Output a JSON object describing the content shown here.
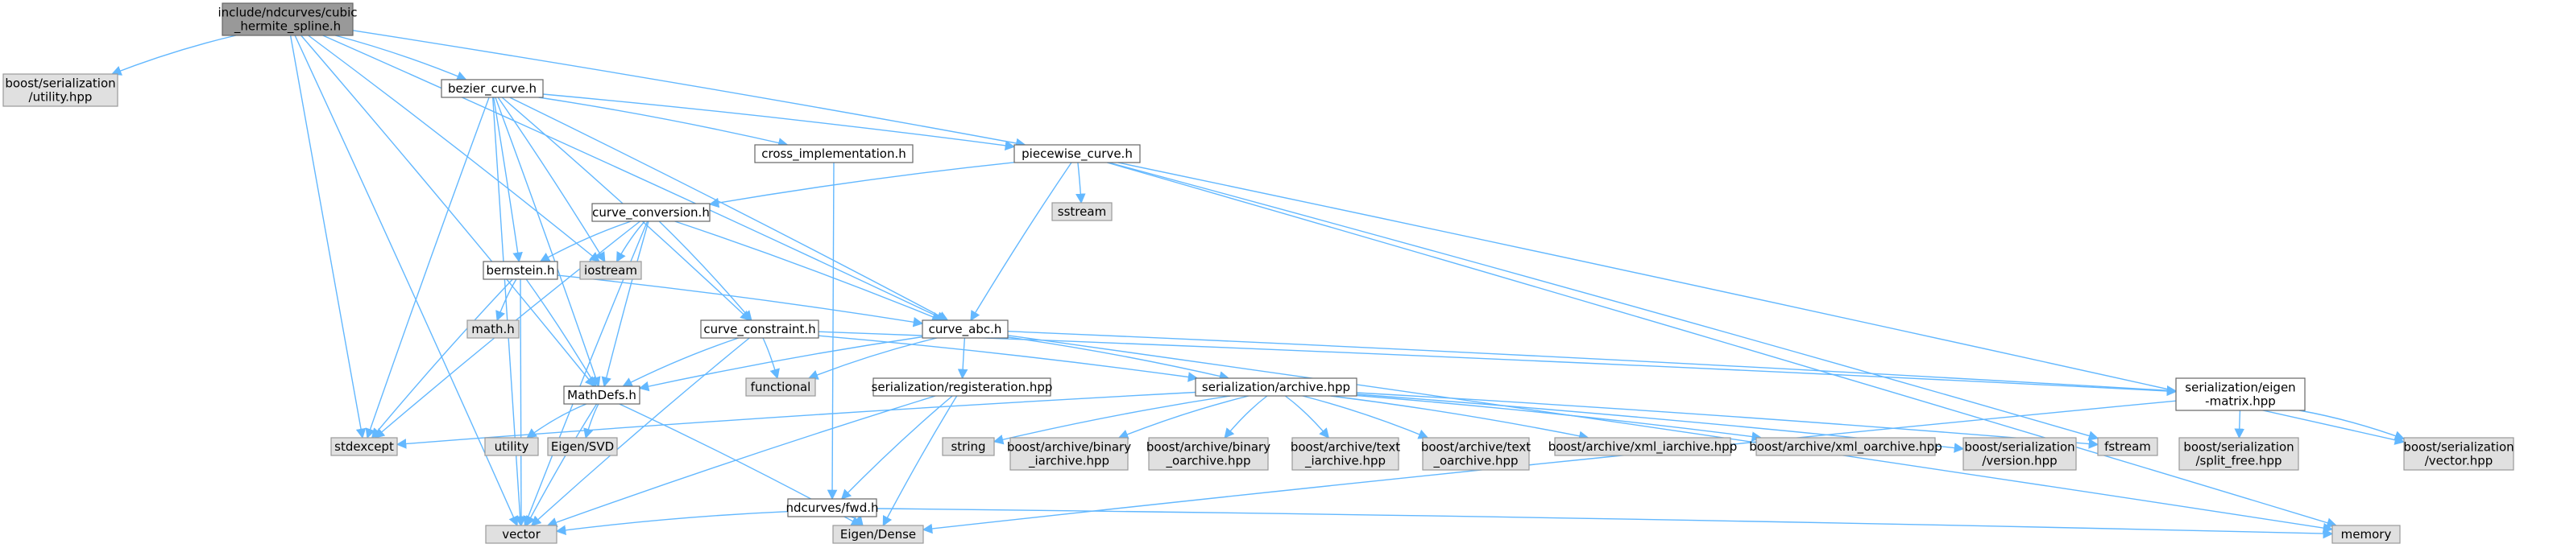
{
  "colors": {
    "edge": "#63b8ff",
    "root_fill": "#999999",
    "root_border": "#666666",
    "file_fill": "#ffffff",
    "file_border": "#666666",
    "external_fill": "#e0e0e0",
    "external_border": "#999999"
  },
  "nodes": [
    {
      "id": "root",
      "kind": "root",
      "lines": [
        "include/ndcurves/cubic",
        "_hermite_spline.h"
      ]
    },
    {
      "id": "boost_utility",
      "kind": "external",
      "lines": [
        "boost/serialization",
        "/utility.hpp"
      ]
    },
    {
      "id": "bezier",
      "kind": "file",
      "lines": [
        "bezier_curve.h"
      ]
    },
    {
      "id": "cross",
      "kind": "file",
      "lines": [
        "cross_implementation.h"
      ]
    },
    {
      "id": "piecewise",
      "kind": "file",
      "lines": [
        "piecewise_curve.h"
      ]
    },
    {
      "id": "sstream",
      "kind": "external",
      "lines": [
        "sstream"
      ]
    },
    {
      "id": "conversion",
      "kind": "file",
      "lines": [
        "curve_conversion.h"
      ]
    },
    {
      "id": "iostream",
      "kind": "external",
      "lines": [
        "iostream"
      ]
    },
    {
      "id": "bernstein",
      "kind": "file",
      "lines": [
        "bernstein.h"
      ]
    },
    {
      "id": "mathh",
      "kind": "external",
      "lines": [
        "math.h"
      ]
    },
    {
      "id": "constraint",
      "kind": "file",
      "lines": [
        "curve_constraint.h"
      ]
    },
    {
      "id": "abc",
      "kind": "file",
      "lines": [
        "curve_abc.h"
      ]
    },
    {
      "id": "functional",
      "kind": "external",
      "lines": [
        "functional"
      ]
    },
    {
      "id": "registeration",
      "kind": "file",
      "lines": [
        "serialization/registeration.hpp"
      ]
    },
    {
      "id": "archive",
      "kind": "file",
      "lines": [
        "serialization/archive.hpp"
      ]
    },
    {
      "id": "eigenmatrix",
      "kind": "file",
      "lines": [
        "serialization/eigen",
        "-matrix.hpp"
      ]
    },
    {
      "id": "mathdefs",
      "kind": "file",
      "lines": [
        "MathDefs.h"
      ]
    },
    {
      "id": "stdexcept",
      "kind": "external",
      "lines": [
        "stdexcept"
      ]
    },
    {
      "id": "utility",
      "kind": "external",
      "lines": [
        "utility"
      ]
    },
    {
      "id": "eigensvd",
      "kind": "external",
      "lines": [
        "Eigen/SVD"
      ]
    },
    {
      "id": "string",
      "kind": "external",
      "lines": [
        "string"
      ]
    },
    {
      "id": "bin_iarchive",
      "kind": "external",
      "lines": [
        "boost/archive/binary",
        "_iarchive.hpp"
      ]
    },
    {
      "id": "bin_oarchive",
      "kind": "external",
      "lines": [
        "boost/archive/binary",
        "_oarchive.hpp"
      ]
    },
    {
      "id": "text_iarchive",
      "kind": "external",
      "lines": [
        "boost/archive/text",
        "_iarchive.hpp"
      ]
    },
    {
      "id": "text_oarchive",
      "kind": "external",
      "lines": [
        "boost/archive/text",
        "_oarchive.hpp"
      ]
    },
    {
      "id": "xml_iarchive",
      "kind": "external",
      "lines": [
        "boost/archive/xml_iarchive.hpp"
      ]
    },
    {
      "id": "xml_oarchive",
      "kind": "external",
      "lines": [
        "boost/archive/xml_oarchive.hpp"
      ]
    },
    {
      "id": "ser_version",
      "kind": "external",
      "lines": [
        "boost/serialization",
        "/version.hpp"
      ]
    },
    {
      "id": "fstream",
      "kind": "external",
      "lines": [
        "fstream"
      ]
    },
    {
      "id": "split_free",
      "kind": "external",
      "lines": [
        "boost/serialization",
        "/split_free.hpp"
      ]
    },
    {
      "id": "ser_vector",
      "kind": "external",
      "lines": [
        "boost/serialization",
        "/vector.hpp"
      ]
    },
    {
      "id": "fwd",
      "kind": "file",
      "lines": [
        "ndcurves/fwd.h"
      ]
    },
    {
      "id": "vector",
      "kind": "external",
      "lines": [
        "vector"
      ]
    },
    {
      "id": "eigendense",
      "kind": "external",
      "lines": [
        "Eigen/Dense"
      ]
    },
    {
      "id": "memory",
      "kind": "external",
      "lines": [
        "memory"
      ]
    }
  ],
  "edges": [
    [
      "root",
      "boost_utility"
    ],
    [
      "root",
      "bezier"
    ],
    [
      "root",
      "piecewise"
    ],
    [
      "root",
      "iostream"
    ],
    [
      "root",
      "abc"
    ],
    [
      "root",
      "mathdefs"
    ],
    [
      "root",
      "stdexcept"
    ],
    [
      "root",
      "vector"
    ],
    [
      "bezier",
      "cross"
    ],
    [
      "bezier",
      "piecewise"
    ],
    [
      "bezier",
      "bernstein"
    ],
    [
      "bezier",
      "abc"
    ],
    [
      "bezier",
      "constraint"
    ],
    [
      "bezier",
      "iostream"
    ],
    [
      "bezier",
      "mathdefs"
    ],
    [
      "bezier",
      "stdexcept"
    ],
    [
      "bezier",
      "vector"
    ],
    [
      "cross",
      "fwd"
    ],
    [
      "piecewise",
      "sstream"
    ],
    [
      "piecewise",
      "conversion"
    ],
    [
      "piecewise",
      "abc"
    ],
    [
      "piecewise",
      "fstream"
    ],
    [
      "piecewise",
      "ser_vector"
    ],
    [
      "piecewise",
      "memory"
    ],
    [
      "conversion",
      "iostream"
    ],
    [
      "conversion",
      "bernstein"
    ],
    [
      "conversion",
      "constraint"
    ],
    [
      "conversion",
      "abc"
    ],
    [
      "conversion",
      "mathdefs"
    ],
    [
      "conversion",
      "stdexcept"
    ],
    [
      "conversion",
      "vector"
    ],
    [
      "bernstein",
      "mathh"
    ],
    [
      "bernstein",
      "abc"
    ],
    [
      "bernstein",
      "mathdefs"
    ],
    [
      "bernstein",
      "stdexcept"
    ],
    [
      "bernstein",
      "vector"
    ],
    [
      "constraint",
      "mathdefs"
    ],
    [
      "constraint",
      "functional"
    ],
    [
      "constraint",
      "vector"
    ],
    [
      "constraint",
      "archive"
    ],
    [
      "constraint",
      "eigenmatrix"
    ],
    [
      "abc",
      "mathdefs"
    ],
    [
      "abc",
      "functional"
    ],
    [
      "abc",
      "registeration"
    ],
    [
      "abc",
      "archive"
    ],
    [
      "abc",
      "eigenmatrix"
    ],
    [
      "abc",
      "memory"
    ],
    [
      "registeration",
      "fwd"
    ],
    [
      "registeration",
      "vector"
    ],
    [
      "registeration",
      "eigendense"
    ],
    [
      "archive",
      "stdexcept"
    ],
    [
      "archive",
      "string"
    ],
    [
      "archive",
      "bin_iarchive"
    ],
    [
      "archive",
      "bin_oarchive"
    ],
    [
      "archive",
      "text_iarchive"
    ],
    [
      "archive",
      "text_oarchive"
    ],
    [
      "archive",
      "xml_iarchive"
    ],
    [
      "archive",
      "xml_oarchive"
    ],
    [
      "archive",
      "ser_version"
    ],
    [
      "archive",
      "fstream"
    ],
    [
      "eigenmatrix",
      "split_free"
    ],
    [
      "eigenmatrix",
      "ser_vector"
    ],
    [
      "eigenmatrix",
      "eigendense"
    ],
    [
      "mathdefs",
      "utility"
    ],
    [
      "mathdefs",
      "eigensvd"
    ],
    [
      "mathdefs",
      "vector"
    ],
    [
      "mathdefs",
      "eigendense"
    ],
    [
      "fwd",
      "vector"
    ],
    [
      "fwd",
      "eigendense"
    ],
    [
      "fwd",
      "memory"
    ]
  ]
}
